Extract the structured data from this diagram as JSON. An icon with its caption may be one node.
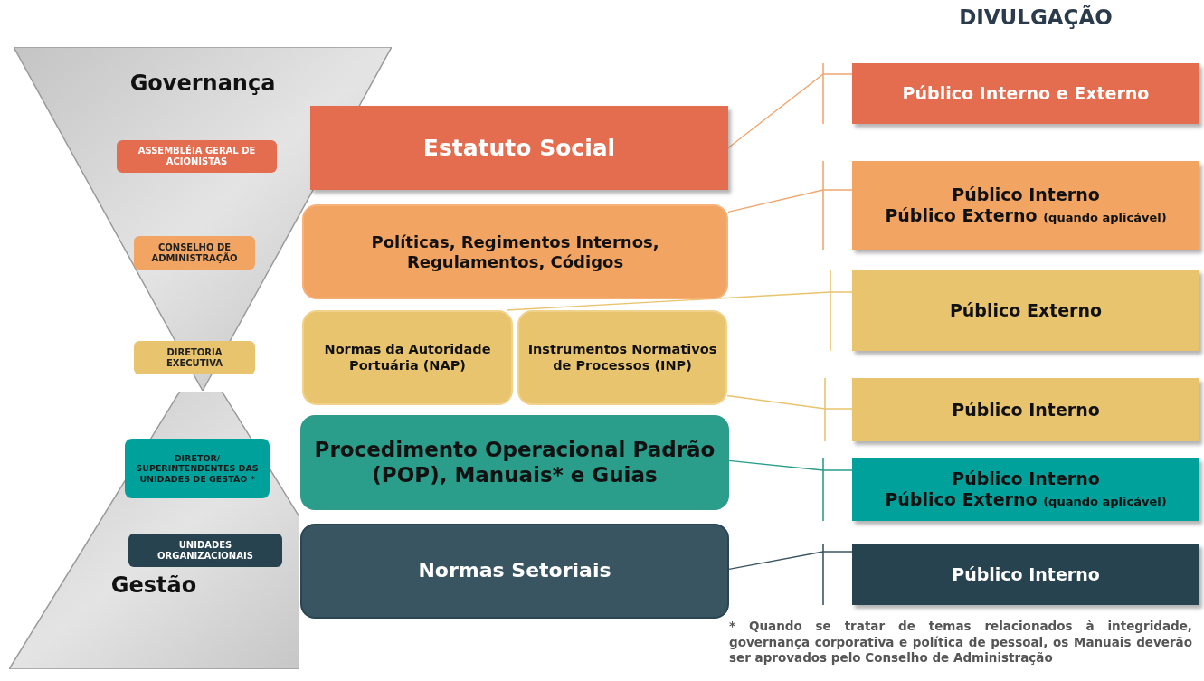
{
  "diagram": {
    "nodes": [
      {
        "text": [
          "Governança"
        ]
      },
      {
        "text": [
          "ASSEMBLÉIA GERAL DE ACIONISTAS"
        ],
        "in": 0
      },
      {
        "text": [
          "CONSELHO DE ADMINISTRAÇÃO"
        ],
        "in": 0
      },
      {
        "text": [
          "DIRETORIA EXECUTIVA"
        ],
        "in": 0
      },
      {
        "text": [
          "Gestão"
        ]
      },
      {
        "text": [
          "DIRETOR/ SUPERINTENDENTES DAS UNIDADES DE GESTÃO *"
        ],
        "in": 4
      },
      {
        "text": [
          "UNIDADES ORGANIZACIONAIS"
        ],
        "in": 4
      },
      {
        "text": [
          "Estatuto Social"
        ]
      },
      {
        "text": [
          "Políticas, Regimentos Internos, Regulamentos, Códigos"
        ]
      },
      {
        "text": [
          "Normas da Autoridade Portuária (NAP)"
        ]
      },
      {
        "text": [
          "Instrumentos Normativos de Processos (INP)"
        ]
      },
      {
        "text": [
          "Procedimento Operacional Padrão (POP), Manuais* e Guias"
        ]
      },
      {
        "text": [
          "Normas Setoriais"
        ]
      },
      {
        "text": [
          "Público Interno e Externo"
        ]
      },
      {
        "text": [
          "Público Interno",
          "Público Externo",
          "(quando aplicável)"
        ]
      },
      {
        "text": [
          "Público Externo"
        ]
      },
      {
        "text": [
          "Público Interno"
        ]
      },
      {
        "text": [
          "Público Interno",
          "Público Externo",
          "(quando aplicável)"
        ]
      },
      {
        "text": [
          "Público Interno"
        ]
      }
    ],
    "edges": [
      {
        "from": 7,
        "to": 13,
        "arrow": "none",
        "color": "#f0a770"
      },
      {
        "from": 8,
        "to": 14,
        "arrow": "none",
        "color": "#f0a770"
      },
      {
        "from": 9,
        "to": 15,
        "arrow": "none",
        "color": "#e9c46f"
      },
      {
        "from": 10,
        "to": 16,
        "arrow": "none",
        "color": "#e9c46f"
      },
      {
        "from": 11,
        "to": 17,
        "arrow": "none",
        "color": "#2a9d8b"
      },
      {
        "from": 12,
        "to": 18,
        "arrow": "none",
        "color": "#3a5562"
      }
    ],
    "labels": [
      "DIVULGAÇÃO",
      "* Quando se tratar de temas relacionados à integridade, governança corporativa e política de pessoal, os Manuais deverão ser aprovados pelo Conselho de Administração"
    ]
  }
}
